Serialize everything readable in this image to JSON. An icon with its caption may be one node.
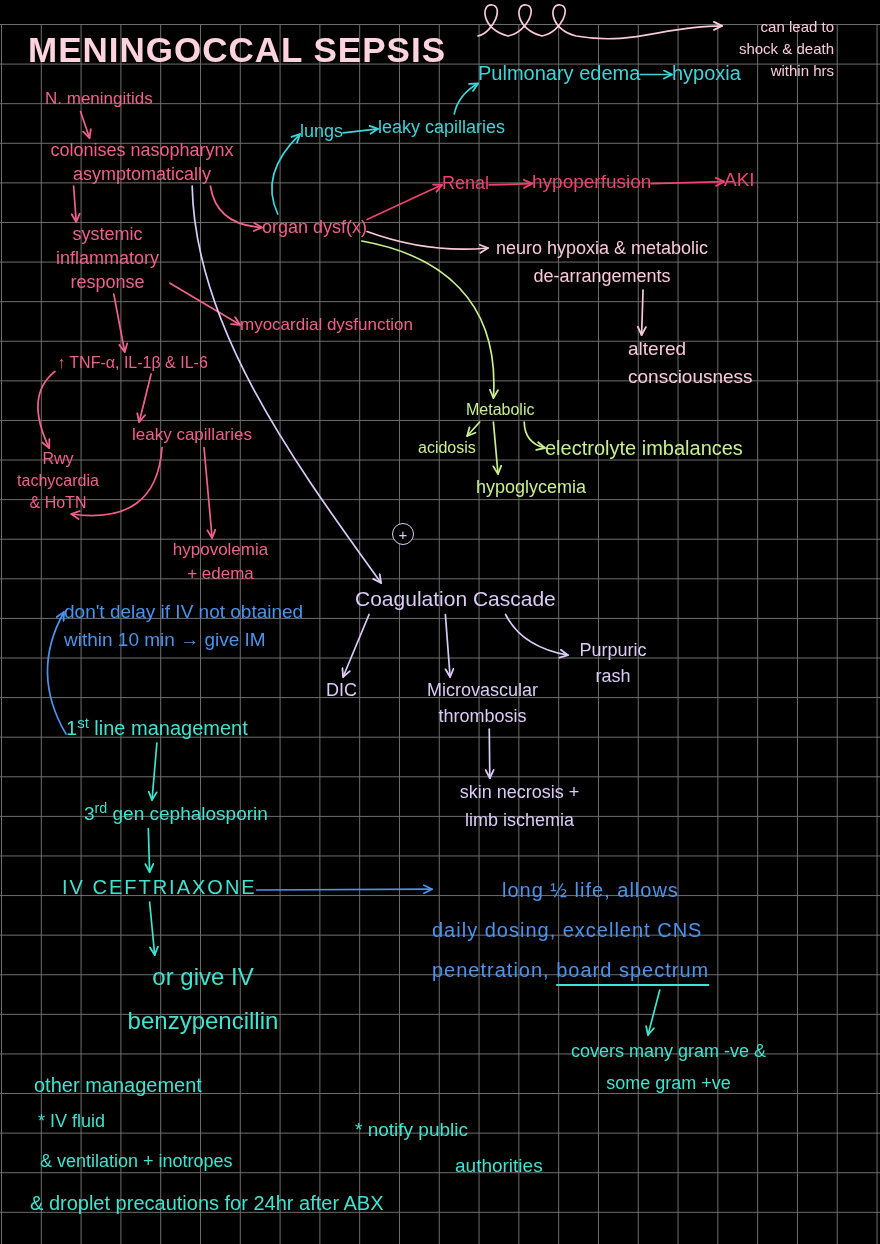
{
  "diagram": {
    "title": "MENINGOCCAL SEPSIS",
    "nodes": [
      {
        "text": [
          "N. meningitids"
        ]
      },
      {
        "text": [
          "colonises nasopharynx asymptomatically"
        ]
      },
      {
        "text": [
          "systemic inflammatory response"
        ]
      },
      {
        "text": [
          "↑ TNF-α, IL-1β & IL-6"
        ]
      },
      {
        "text": [
          "Rwy tachycardia & HoTN"
        ]
      },
      {
        "text": [
          "leaky capillaries"
        ]
      },
      {
        "text": [
          "hypovolemia + edema"
        ]
      },
      {
        "text": [
          "myocardial dysfunction"
        ]
      },
      {
        "text": [
          "organ dysf(x)"
        ]
      },
      {
        "text": [
          "lungs"
        ]
      },
      {
        "text": [
          "leaky capillaries"
        ]
      },
      {
        "text": [
          "Pulmonary edema"
        ]
      },
      {
        "text": [
          "hypoxia"
        ]
      },
      {
        "text": [
          "can lead to shock & death within hrs"
        ]
      },
      {
        "text": [
          "Renal"
        ]
      },
      {
        "text": [
          "hypoperfusion"
        ]
      },
      {
        "text": [
          "AKI"
        ]
      },
      {
        "text": [
          "neuro hypoxia & metabolic de-arrangements"
        ]
      },
      {
        "text": [
          "altered consciousness"
        ]
      },
      {
        "text": [
          "Metabolic"
        ]
      },
      {
        "text": [
          "acidosis"
        ]
      },
      {
        "text": [
          "electrolyte imbalances"
        ]
      },
      {
        "text": [
          "hypoglycemia"
        ]
      },
      {
        "text": [
          "Coagulation Cascade"
        ]
      },
      {
        "text": [
          "DIC"
        ]
      },
      {
        "text": [
          "Microvascular thrombosis"
        ]
      },
      {
        "text": [
          "Purpuric rash"
        ]
      },
      {
        "text": [
          "skin necrosis + limb ischemia"
        ]
      },
      {
        "text": [
          "don't delay if IV not obtained within 10 min → give IM"
        ]
      },
      {
        "text": [
          "1$^{st}$ line management"
        ]
      },
      {
        "text": [
          "3$^{rd}$ gen cephalosporin"
        ]
      },
      {
        "text": [
          "IV CEFTRIAXONE"
        ]
      },
      {
        "text": [
          "long ½ life, allows daily dosing, excellent CNS penetration,",
          "board spectrum"
        ]
      },
      {
        "text": [
          "covers many gram -ve & some gram +ve"
        ]
      },
      {
        "text": [
          "or give IV benzypencillin"
        ]
      }
    ],
    "edges": [
      {
        "from": 0,
        "to": 1,
        "arrow": "to"
      },
      {
        "from": 1,
        "to": 2,
        "arrow": "to"
      },
      {
        "from": 2,
        "to": 3,
        "arrow": "to"
      },
      {
        "from": 3,
        "to": 4,
        "arrow": "to"
      },
      {
        "from": 3,
        "to": 5,
        "arrow": "to"
      },
      {
        "from": 5,
        "to": 4,
        "arrow": "to"
      },
      {
        "from": 5,
        "to": 6,
        "arrow": "to"
      },
      {
        "from": 2,
        "to": 7,
        "arrow": "to"
      },
      {
        "from": 1,
        "to": 8,
        "arrow": "to"
      },
      {
        "from": 8,
        "to": 9,
        "arrow": "to",
        "color": "#3fd4d8"
      },
      {
        "from": 9,
        "to": 10,
        "arrow": "to",
        "color": "#3fd4d8"
      },
      {
        "from": 10,
        "to": 11,
        "arrow": "to",
        "color": "#3fd4d8"
      },
      {
        "from": 11,
        "to": 12,
        "arrow": "to",
        "color": "#3fd4d8"
      },
      {
        "from": 8,
        "to": 14,
        "arrow": "to",
        "color": "#f2416f"
      },
      {
        "from": 14,
        "to": 15,
        "arrow": "to",
        "color": "#f2416f"
      },
      {
        "from": 15,
        "to": 16,
        "arrow": "to",
        "color": "#f2416f"
      },
      {
        "from": 8,
        "to": 17,
        "arrow": "to",
        "color": "#f8c9da"
      },
      {
        "from": 17,
        "to": 18,
        "arrow": "to",
        "color": "#f8c9da"
      },
      {
        "from": 8,
        "to": 19,
        "arrow": "to",
        "color": "#c9ef8f"
      },
      {
        "from": 19,
        "to": 20,
        "arrow": "to",
        "color": "#c9ef8f"
      },
      {
        "from": 19,
        "to": 22,
        "arrow": "to",
        "color": "#c9ef8f"
      },
      {
        "from": 19,
        "to": 21,
        "arrow": "to",
        "color": "#c9ef8f"
      },
      {
        "from": 1,
        "to": 23,
        "arrow": "to",
        "label": "+",
        "color": "#dccbf6"
      },
      {
        "from": 23,
        "to": 24,
        "arrow": "to",
        "color": "#dccbf6"
      },
      {
        "from": 23,
        "to": 25,
        "arrow": "to",
        "color": "#dccbf6"
      },
      {
        "from": 23,
        "to": 26,
        "arrow": "to",
        "color": "#dccbf6"
      },
      {
        "from": 25,
        "to": 27,
        "arrow": "to",
        "color": "#dccbf6"
      },
      {
        "from": null,
        "to": 13,
        "arrow": "to",
        "color": "#f8c9da"
      },
      {
        "from": 29,
        "to": 28,
        "arrow": "to",
        "color": "#4a94ec"
      },
      {
        "from": 29,
        "to": 30,
        "arrow": "to",
        "color": "#3fe3cf"
      },
      {
        "from": 30,
        "to": 31,
        "arrow": "to",
        "color": "#3fe3cf"
      },
      {
        "from": 31,
        "to": 34,
        "arrow": "to",
        "color": "#3fe3cf"
      },
      {
        "from": 31,
        "to": 32,
        "arrow": "to",
        "color": "#4a94ec"
      },
      {
        "from": 32,
        "to": 33,
        "arrow": "to",
        "color": "#3fe3cf"
      }
    ],
    "labels": [
      "other management",
      "* IV fluid",
      "& ventilation + inotropes",
      "& droplet precautions for 24hr after ABX",
      "* notify public authorities"
    ]
  }
}
